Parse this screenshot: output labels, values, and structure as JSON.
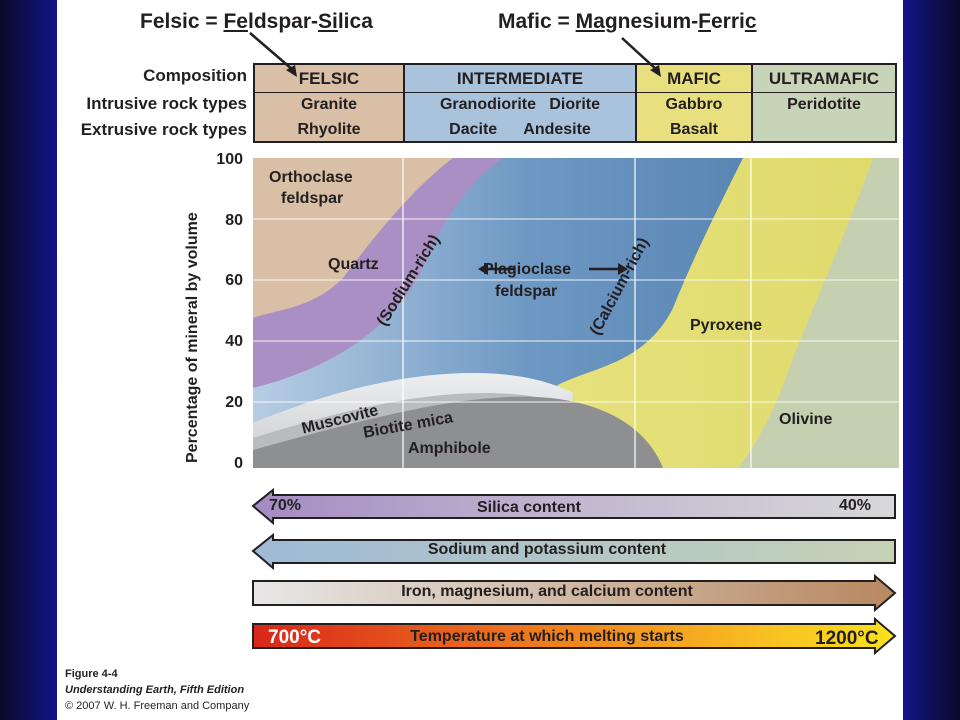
{
  "title_felsic": {
    "prefix": "Felsic = ",
    "fe": "Fe",
    "mid1": "ldspar-",
    "si": "Si",
    "end": "lica"
  },
  "title_mafic": {
    "prefix": "Mafic = ",
    "ma": "Ma",
    "mid1": "gnesium-",
    "f": "F",
    "mid2": "erri",
    "c": "c"
  },
  "row_labels": {
    "composition": "Composition",
    "intrusive": "Intrusive rock types",
    "extrusive": "Extrusive rock types"
  },
  "columns": [
    {
      "name": "FELSIC",
      "intrusive": "Granite",
      "extrusive": "Rhyolite",
      "color": "#d9bfa6"
    },
    {
      "name": "INTERMEDIATE",
      "intrusive": "Granodiorite   Diorite",
      "extrusive": "Dacite      Andesite",
      "color": "#a9c3dc"
    },
    {
      "name": "MAFIC",
      "intrusive": "Gabbro",
      "extrusive": "Basalt",
      "color": "#e8e07e"
    },
    {
      "name": "ULTRAMAFIC",
      "intrusive": "Peridotite",
      "extrusive": "",
      "color": "#c8d4b8"
    }
  ],
  "chart": {
    "ylabel": "Percentage of mineral by volume",
    "yticks": [
      "100",
      "80",
      "60",
      "40",
      "20",
      "0"
    ]
  },
  "minerals": {
    "orthoclase_1": "Orthoclase",
    "orthoclase_2": "feldspar",
    "quartz": "Quartz",
    "sodium": "(Sodium-rich)",
    "plagioclase_1": "Plagioclase",
    "plagioclase_2": "feldspar",
    "calcium": "(Calcium-rich)",
    "pyroxene": "Pyroxene",
    "muscovite": "Muscovite",
    "biotite": "Biotite mica",
    "amphibole": "Amphibole",
    "olivine": "Olivine"
  },
  "arrows": {
    "silica": {
      "label": "Silica content",
      "left": "70%",
      "right": "40%"
    },
    "sodium_potassium": {
      "label": "Sodium and potassium content"
    },
    "iron": {
      "label": "Iron, magnesium, and calcium content"
    },
    "temperature": {
      "label": "Temperature at which melting starts",
      "left": "700°C",
      "right": "1200°C"
    }
  },
  "caption": {
    "figure": "Figure 4-4",
    "book": "Understanding Earth, Fifth Edition",
    "copyright": "© 2007 W. H. Freeman and Company"
  },
  "colors": {
    "felsic": "#d9bfa6",
    "quartz": "#a98fc4",
    "plagioclase": "#6f99c4",
    "pyroxene": "#e4e07c",
    "olivine": "#c5d0b0",
    "mica": "#d7d8dc",
    "amphibole": "#8e8f91"
  }
}
